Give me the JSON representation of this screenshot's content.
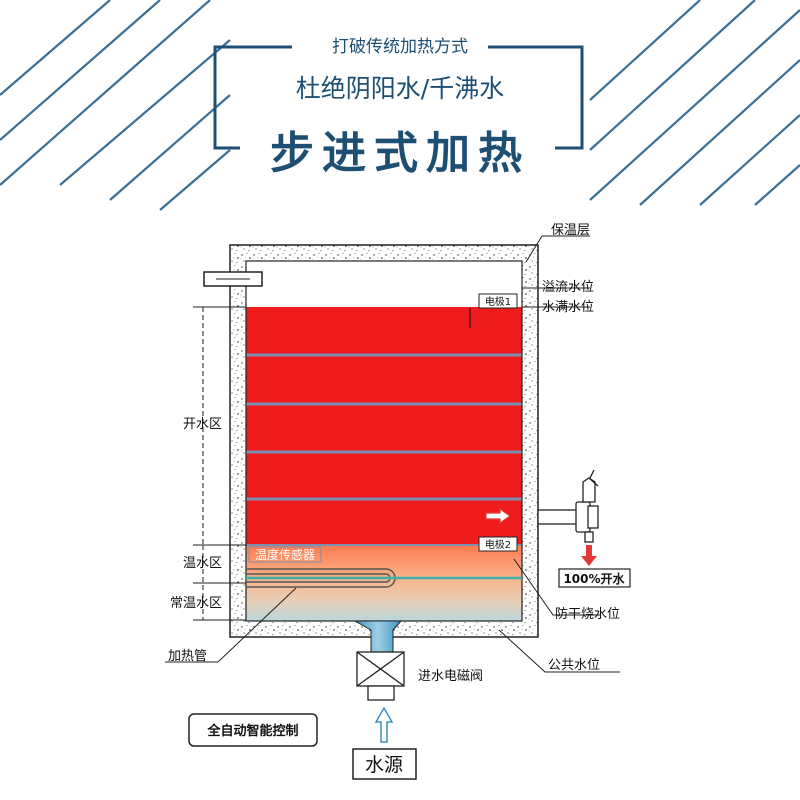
{
  "header": {
    "line1": "打破传统加热方式",
    "line2": "杜绝阴阳水/千沸水",
    "line3": "步进式加热",
    "colors": {
      "navy": "#1d4f73",
      "stripe": "#3a6f96"
    }
  },
  "diagram": {
    "labels": {
      "insulation": "保温层",
      "overflow_level": "溢流水位",
      "full_level": "水满水位",
      "electrode1": "电极1",
      "electrode2": "电极2",
      "boiling_zone": "开水区",
      "warm_zone": "温水区",
      "temp_sensor": "温度传感器",
      "normal_zone": "常温水区",
      "heating_tube": "加热管",
      "outlet": "100%开水",
      "dryfire_level": "防干烧水位",
      "common_level": "公共水位",
      "solenoid": "进水电磁阀",
      "auto_control": "全自动智能控制",
      "water_source": "水源"
    },
    "colors": {
      "hot": "#ee1c1c",
      "layer_line": "#7c8fb0",
      "warm_top": "#ff9a62",
      "warm_bottom": "#f2c39a",
      "cool": "#b9d6dd",
      "pipe": "#5aa9cc",
      "arrow_red": "#e53935",
      "arrow_blue": "#3b8fc8"
    }
  }
}
